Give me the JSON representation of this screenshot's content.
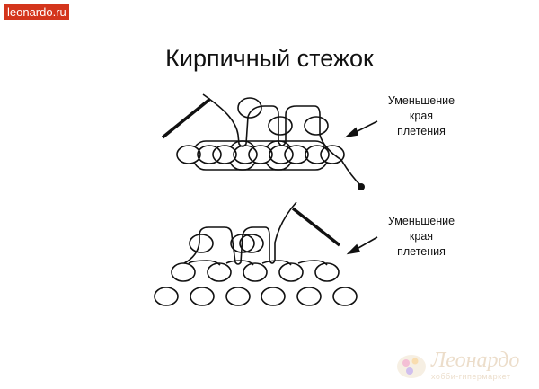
{
  "site_badge": "leonardo.ru",
  "title": "Кирпичный стежок",
  "labels": [
    {
      "lines": [
        "Уменьшение",
        "края",
        "плетения"
      ]
    },
    {
      "lines": [
        "Уменьшение",
        "края",
        "плетения"
      ]
    }
  ],
  "logo": {
    "name": "Леонардо",
    "subtitle": "хобби-гипермаркет"
  }
}
